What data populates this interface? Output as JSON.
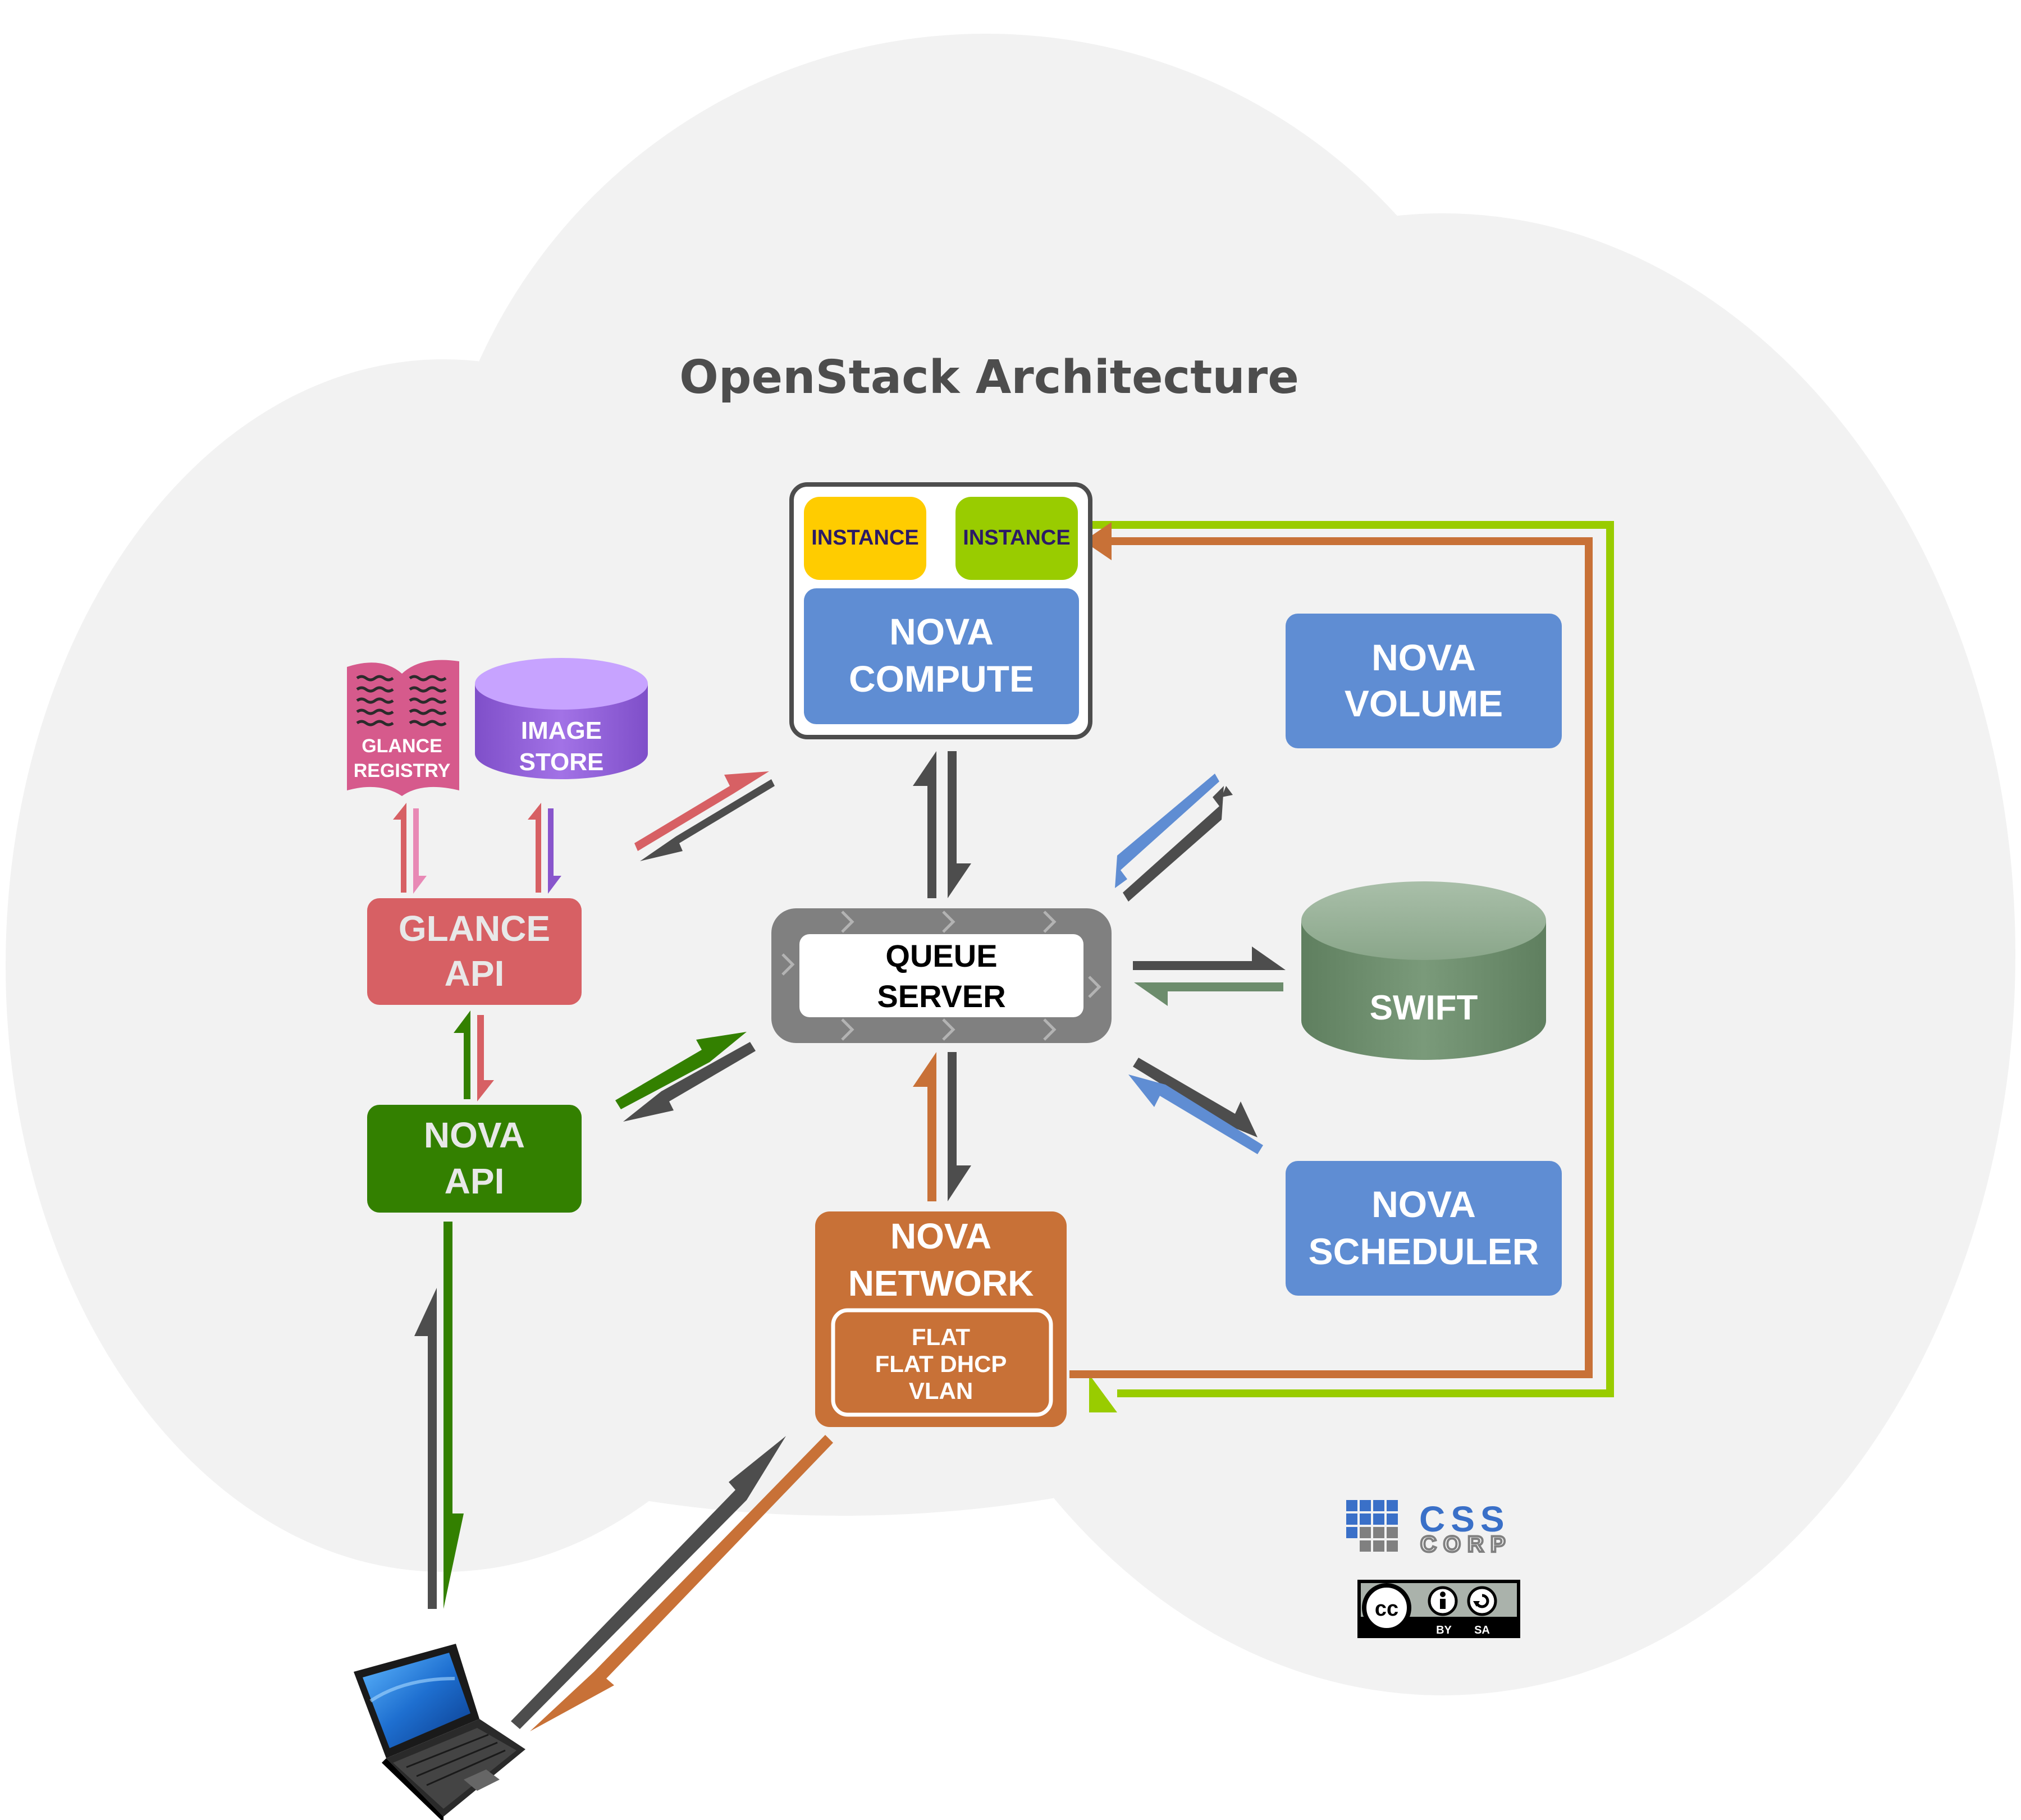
{
  "title": "OpenStack Architecture",
  "nodes": {
    "instance_1": "INSTANCE",
    "instance_2": "INSTANCE",
    "nova_compute": [
      "NOVA",
      "COMPUTE"
    ],
    "nova_volume": [
      "NOVA",
      "VOLUME"
    ],
    "glance_registry": [
      "GLANCE",
      "REGISTRY"
    ],
    "image_store": [
      "IMAGE",
      "STORE"
    ],
    "glance_api": [
      "GLANCE",
      "API"
    ],
    "queue_server": [
      "QUEUE",
      "SERVER"
    ],
    "swift": "SWIFT",
    "nova_api": [
      "NOVA",
      "API"
    ],
    "nova_network": [
      "NOVA",
      "NETWORK"
    ],
    "network_modes": [
      "FLAT",
      "FLAT DHCP",
      "VLAN"
    ],
    "nova_scheduler": [
      "NOVA",
      "SCHEDULER"
    ]
  },
  "logos": {
    "company": [
      "CSS",
      "CORP"
    ],
    "license": [
      "BY",
      "SA"
    ]
  },
  "colors": {
    "cloud": "#f2f2f2",
    "nova_blue": "#5f8dd3",
    "glance_red": "#d76064",
    "nova_api_green": "#338000",
    "nova_network_orange": "#c87137",
    "swift_green": "#6c8c6c",
    "image_store_purple": "#9966dd",
    "glance_registry_pink": "#d65a8c",
    "instance_yellow": "#ffcc00",
    "instance_lime": "#99cc00",
    "arrow_gray": "#4d4d4d",
    "queue_gray": "#808080"
  },
  "icons": [
    "laptop-icon",
    "css-corp-logo",
    "creative-commons-by-sa-badge"
  ]
}
